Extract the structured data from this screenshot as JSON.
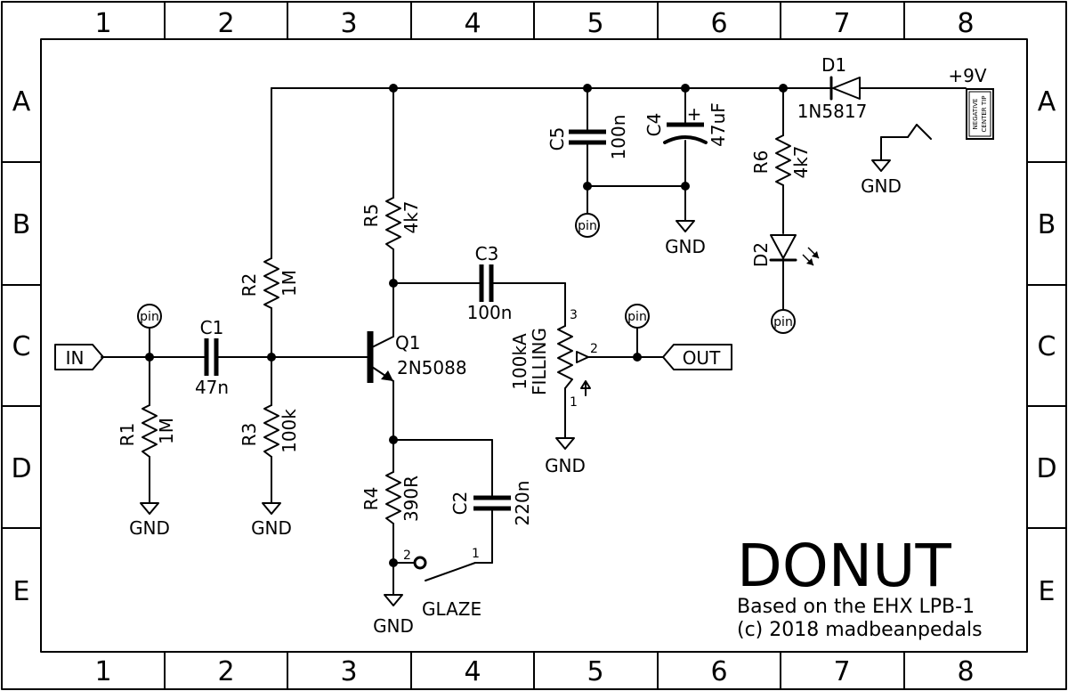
{
  "frame": {
    "columns": [
      "1",
      "2",
      "3",
      "4",
      "5",
      "6",
      "7",
      "8"
    ],
    "rows": [
      "A",
      "B",
      "C",
      "D",
      "E"
    ]
  },
  "components": {
    "c1": {
      "ref": "C1",
      "value": "47n"
    },
    "c2": {
      "ref": "C2",
      "value": "220n"
    },
    "c3": {
      "ref": "C3",
      "value": "100n"
    },
    "c4": {
      "ref": "C4",
      "value": "47uF",
      "polarity": "+"
    },
    "c5": {
      "ref": "C5",
      "value": "100n"
    },
    "r1": {
      "ref": "R1",
      "value": "1M"
    },
    "r2": {
      "ref": "R2",
      "value": "1M"
    },
    "r3": {
      "ref": "R3",
      "value": "100k"
    },
    "r4": {
      "ref": "R4",
      "value": "390R"
    },
    "r5": {
      "ref": "R5",
      "value": "4k7"
    },
    "r6": {
      "ref": "R6",
      "value": "4k7"
    },
    "q1": {
      "ref": "Q1",
      "value": "2N5088"
    },
    "d1": {
      "ref": "D1",
      "value": "1N5817"
    },
    "d2": {
      "ref": "D2"
    },
    "pot": {
      "value": "100kA",
      "name": "FILLING",
      "pin1": "1",
      "pin2": "2",
      "pin3": "3"
    },
    "switch": {
      "name": "GLAZE",
      "pin1": "1",
      "pin2": "2"
    }
  },
  "labels": {
    "in": "IN",
    "out": "OUT",
    "gnd": "GND",
    "pin": "pin",
    "supply": "+9V",
    "dc_jack_line1": "NEGATIVE",
    "dc_jack_line2": "CENTER TIP"
  },
  "title_block": {
    "title": "DONUT",
    "subtitle": "Based on the EHX LPB-1",
    "copyright": "(c) 2018 madbeanpedals"
  }
}
